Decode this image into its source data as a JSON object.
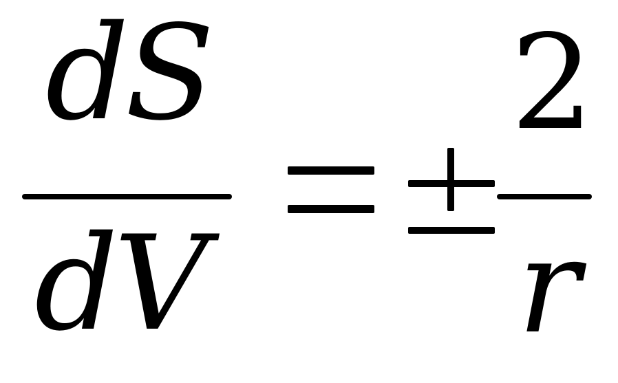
{
  "equation": {
    "left_numerator": "dS",
    "left_denominator": "dV",
    "equals_sign": "=",
    "plus_minus_sign": "±",
    "right_numerator": "2",
    "right_denominator": "r"
  }
}
